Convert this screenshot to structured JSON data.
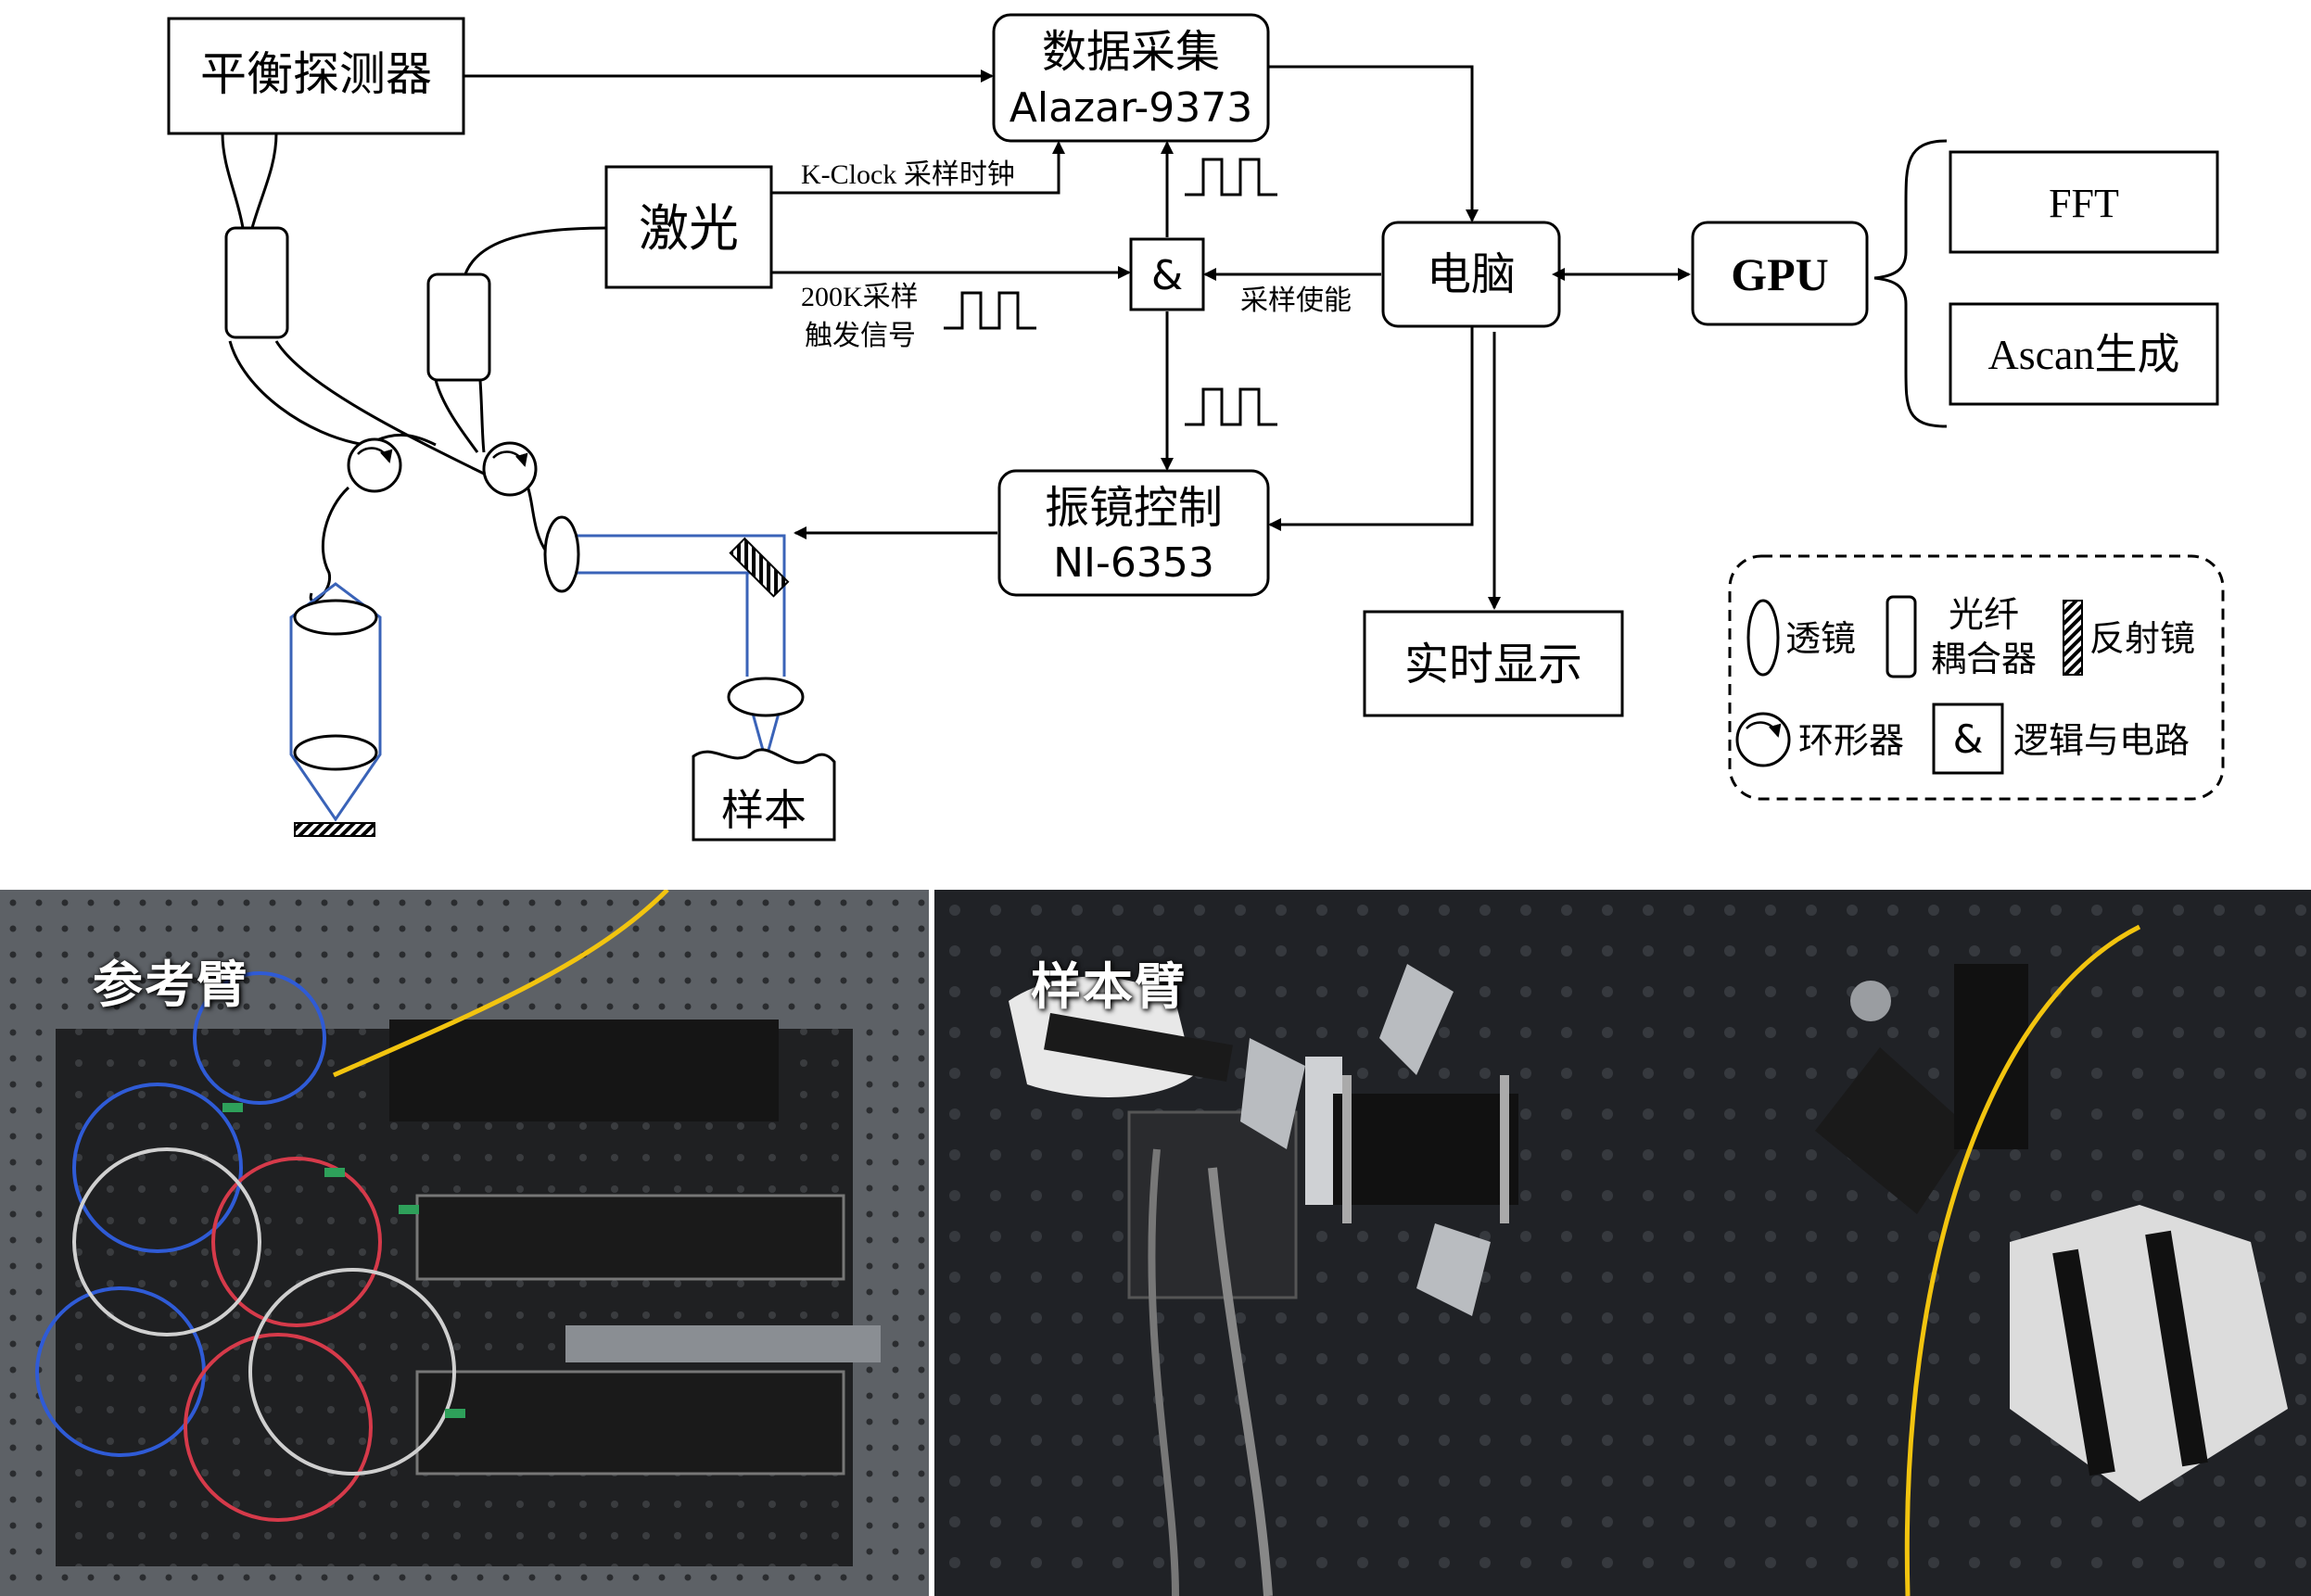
{
  "diagram": {
    "blocks": {
      "balanced_detector": "平衡探测器",
      "daq_title": "数据采集",
      "daq_model": "Alazar-9373",
      "laser": "激光",
      "and_gate": "&",
      "computer": "电脑",
      "gpu": "GPU",
      "fft": "FFT",
      "ascan": "Ascan生成",
      "galvo_title": "振镜控制",
      "galvo_model": "NI-6353",
      "realtime": "实时显示",
      "sample": "样本"
    },
    "labels": {
      "kclock": "K-Clock 采样时钟",
      "trigger_line1": "200K采样",
      "trigger_line2": "触发信号",
      "enable": "采样使能"
    },
    "legend": {
      "lens": "透镜",
      "coupler_line1": "光纤",
      "coupler_line2": "耦合器",
      "mirror": "反射镜",
      "circulator": "环形器",
      "logic_symbol": "&",
      "logic": "逻辑与电路"
    },
    "colors": {
      "beam": "#3a63b8",
      "line": "#000000"
    }
  },
  "photos": {
    "reference_arm": "参考臂",
    "sample_arm": "样本臂"
  }
}
